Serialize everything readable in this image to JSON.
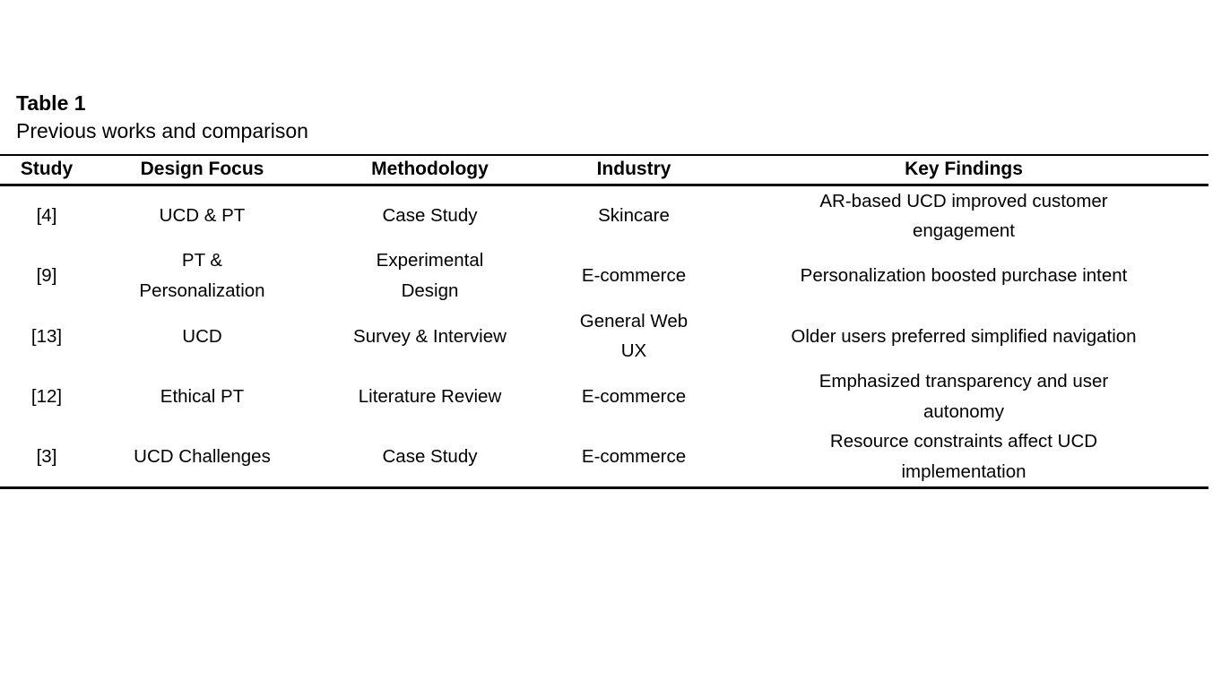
{
  "page": {
    "background_color": "#ffffff",
    "text_color": "#000000"
  },
  "table": {
    "label": "Table 1",
    "caption": "Previous works and comparison",
    "columns": [
      "Study",
      "Design Focus",
      "Methodology",
      "Industry",
      "Key Findings"
    ],
    "rows": [
      {
        "study": "[4]",
        "design_focus": "UCD & PT",
        "methodology": "Case Study",
        "industry": "Skincare",
        "key_findings": "AR-based UCD improved customer\nengagement"
      },
      {
        "study": "[9]",
        "design_focus": "PT &\nPersonalization",
        "methodology": "Experimental\nDesign",
        "industry": "E-commerce",
        "key_findings": "Personalization boosted purchase intent"
      },
      {
        "study": "[13]",
        "design_focus": "UCD",
        "methodology": "Survey & Interview",
        "industry": "General Web\nUX",
        "key_findings": "Older users preferred simplified navigation"
      },
      {
        "study": "[12]",
        "design_focus": "Ethical PT",
        "methodology": "Literature Review",
        "industry": "E-commerce",
        "key_findings": "Emphasized transparency and user\nautonomy"
      },
      {
        "study": "[3]",
        "design_focus": "UCD Challenges",
        "methodology": "Case Study",
        "industry": "E-commerce",
        "key_findings": "Resource constraints affect UCD\nimplementation"
      }
    ]
  }
}
